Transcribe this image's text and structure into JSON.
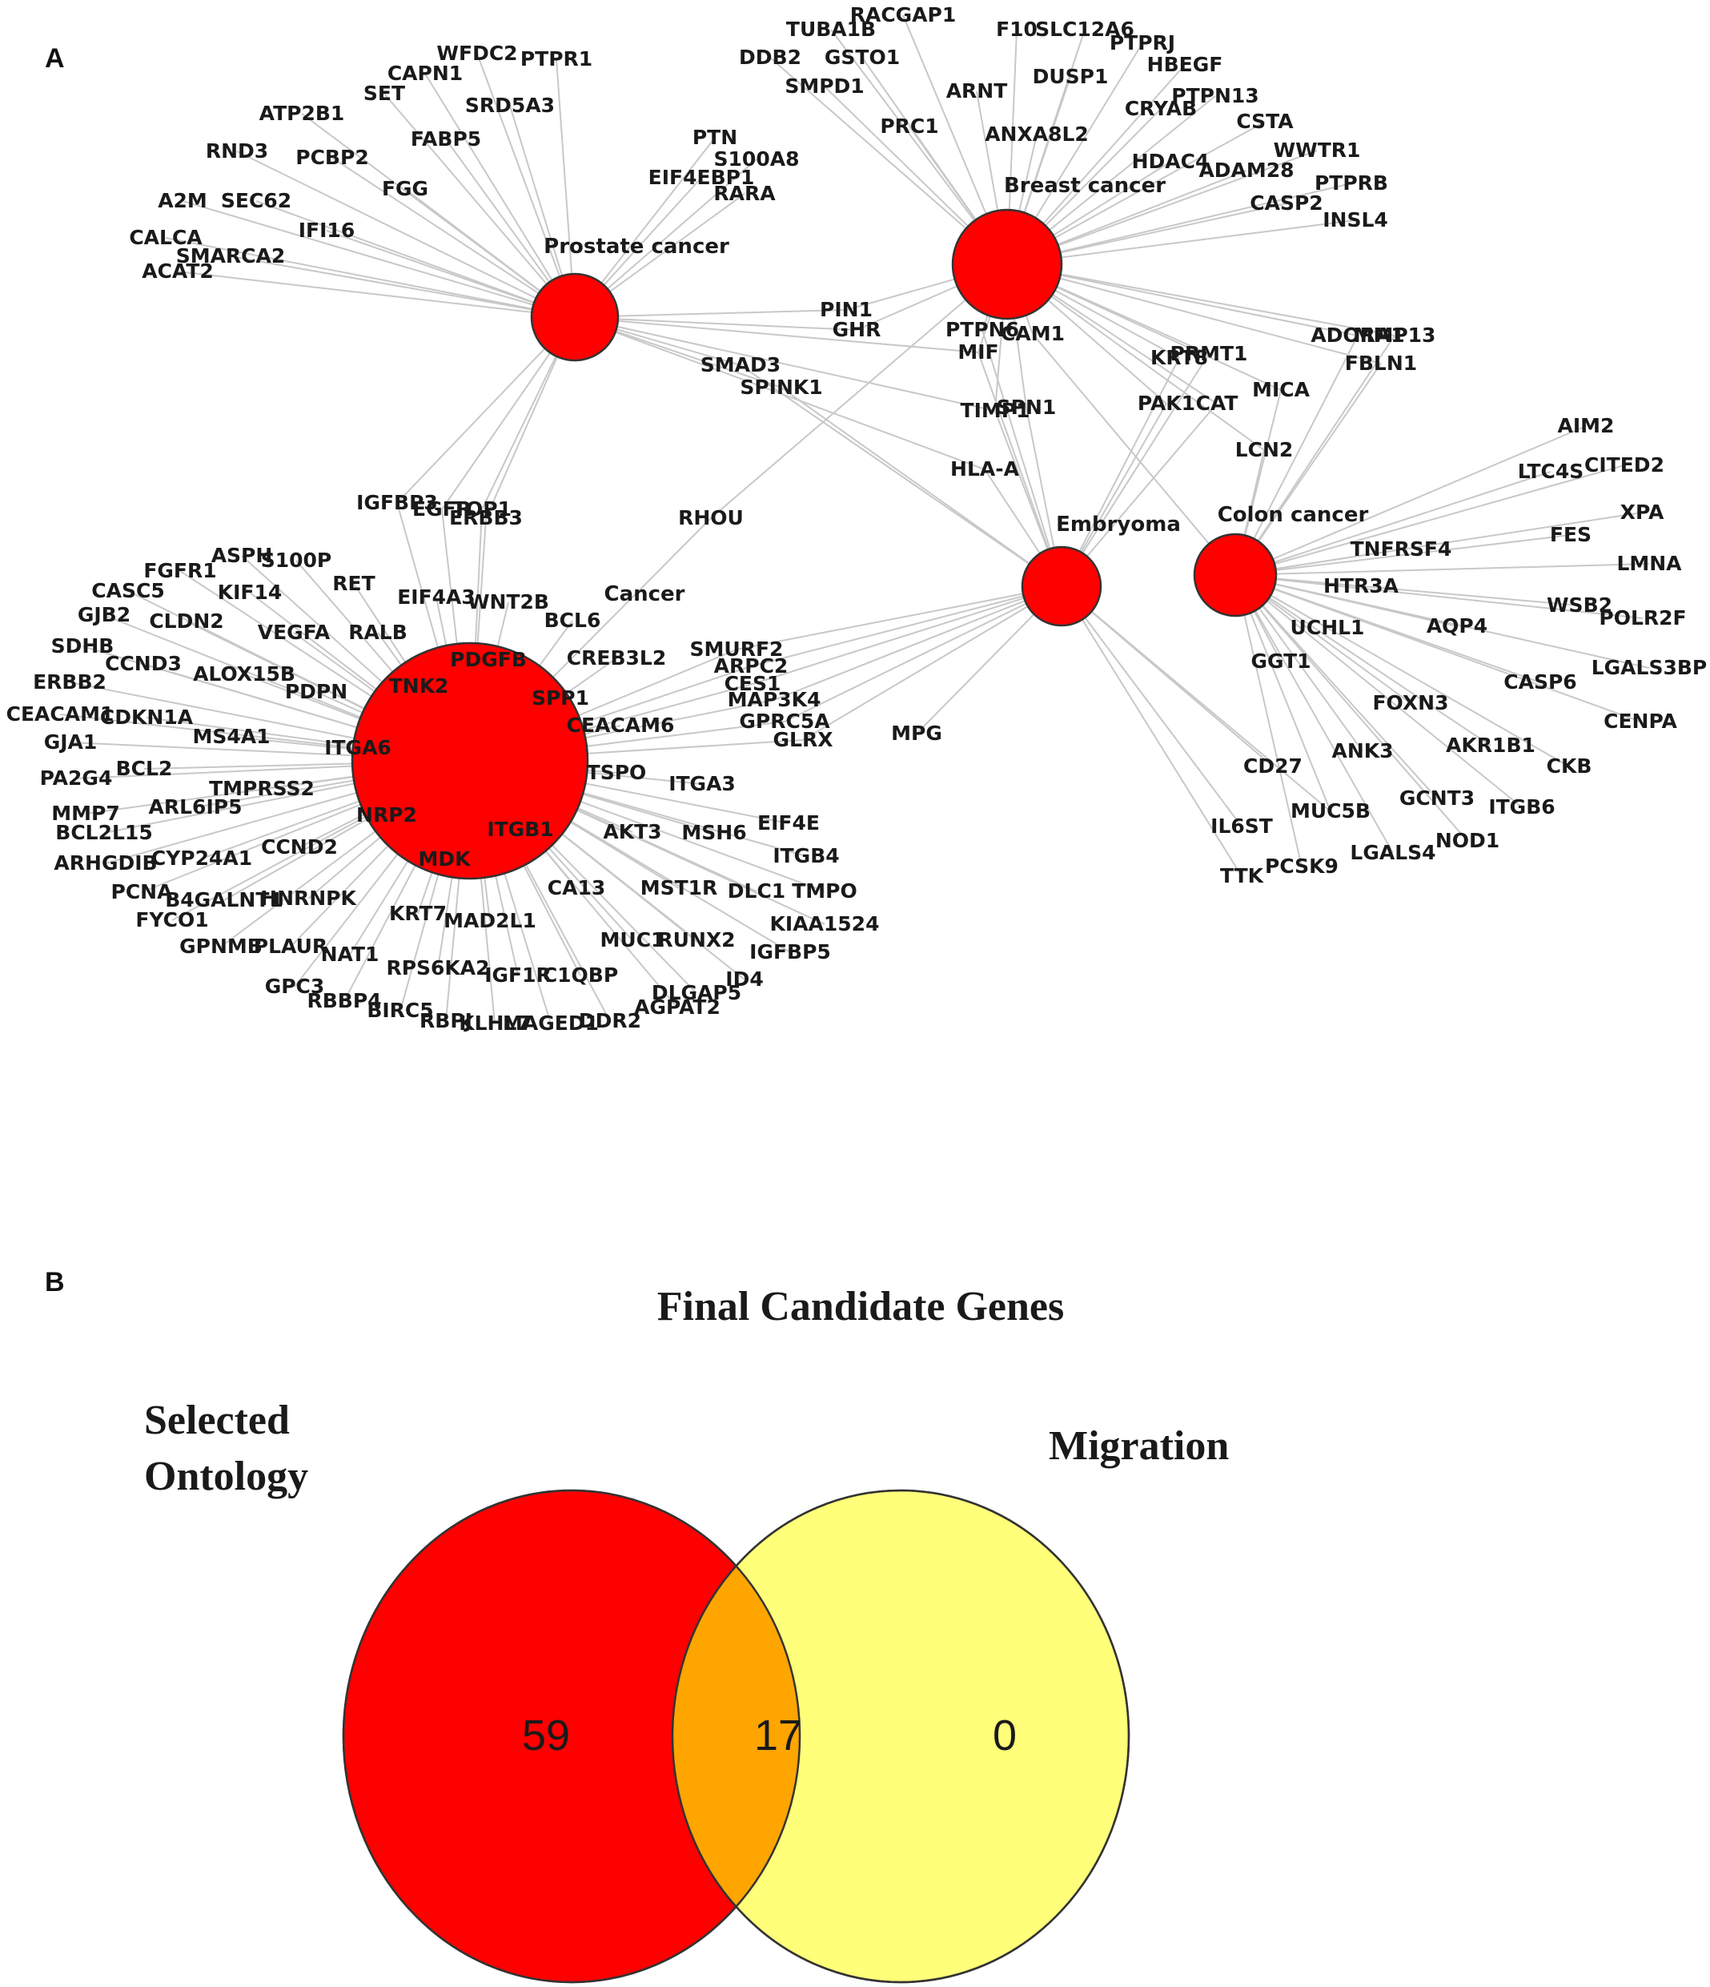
{
  "panel_a": {
    "letter": "A",
    "node_color": "#ff0000",
    "hubs": [
      {
        "id": "prostate",
        "label": "Prostate cancer"
      },
      {
        "id": "breast",
        "label": "Breast cancer"
      },
      {
        "id": "embryoma",
        "label": "Embryoma"
      },
      {
        "id": "colon",
        "label": "Colon cancer"
      },
      {
        "id": "cancer",
        "label": "Cancer"
      }
    ],
    "genes": [
      {
        "l": "WFDC2",
        "h": [
          "prostate"
        ]
      },
      {
        "l": "PTPR1",
        "h": [
          "prostate"
        ]
      },
      {
        "l": "CAPN1",
        "h": [
          "prostate"
        ]
      },
      {
        "l": "SET",
        "h": [
          "prostate"
        ]
      },
      {
        "l": "SRD5A3",
        "h": [
          "prostate"
        ]
      },
      {
        "l": "ATP2B1",
        "h": [
          "prostate"
        ]
      },
      {
        "l": "FABP5",
        "h": [
          "prostate"
        ]
      },
      {
        "l": "RND3",
        "h": [
          "prostate"
        ]
      },
      {
        "l": "PCBP2",
        "h": [
          "prostate"
        ]
      },
      {
        "l": "FGG",
        "h": [
          "prostate"
        ]
      },
      {
        "l": "A2M",
        "h": [
          "prostate"
        ]
      },
      {
        "l": "SEC62",
        "h": [
          "prostate"
        ]
      },
      {
        "l": "IFI16",
        "h": [
          "prostate"
        ]
      },
      {
        "l": "CALCA",
        "h": [
          "prostate"
        ]
      },
      {
        "l": "SMARCA2",
        "h": [
          "prostate"
        ]
      },
      {
        "l": "ACAT2",
        "h": [
          "prostate"
        ]
      },
      {
        "l": "PTN",
        "h": [
          "prostate"
        ]
      },
      {
        "l": "S100A8",
        "h": [
          "prostate"
        ]
      },
      {
        "l": "EIF4EBP1",
        "h": [
          "prostate"
        ]
      },
      {
        "l": "RARA",
        "h": [
          "prostate"
        ]
      },
      {
        "l": "TUBA1B",
        "h": [
          "breast"
        ]
      },
      {
        "l": "RACGAP1",
        "h": [
          "breast"
        ]
      },
      {
        "l": "F10",
        "h": [
          "breast"
        ]
      },
      {
        "l": "SLC12A6",
        "h": [
          "breast"
        ]
      },
      {
        "l": "PTPRJ",
        "h": [
          "breast"
        ]
      },
      {
        "l": "DDB2",
        "h": [
          "breast"
        ]
      },
      {
        "l": "GSTO1",
        "h": [
          "breast"
        ]
      },
      {
        "l": "HBEGF",
        "h": [
          "breast"
        ]
      },
      {
        "l": "DUSP1",
        "h": [
          "breast"
        ]
      },
      {
        "l": "SMPD1",
        "h": [
          "breast"
        ]
      },
      {
        "l": "ARNT",
        "h": [
          "breast"
        ]
      },
      {
        "l": "PTPN13",
        "h": [
          "breast"
        ]
      },
      {
        "l": "CRYAB",
        "h": [
          "breast"
        ]
      },
      {
        "l": "CSTA",
        "h": [
          "breast"
        ]
      },
      {
        "l": "PRC1",
        "h": [
          "breast"
        ]
      },
      {
        "l": "ANXA8L2",
        "h": [
          "breast"
        ]
      },
      {
        "l": "WWTR1",
        "h": [
          "breast"
        ]
      },
      {
        "l": "HDAC4",
        "h": [
          "breast"
        ]
      },
      {
        "l": "ADAM28",
        "h": [
          "breast"
        ]
      },
      {
        "l": "PTPRB",
        "h": [
          "breast"
        ]
      },
      {
        "l": "CASP2",
        "h": [
          "breast"
        ]
      },
      {
        "l": "INSL4",
        "h": [
          "breast"
        ]
      },
      {
        "l": "PIN1",
        "h": [
          "prostate",
          "breast"
        ]
      },
      {
        "l": "GHR",
        "h": [
          "prostate",
          "breast"
        ]
      },
      {
        "l": "PTPN6",
        "h": [
          "breast",
          "embryoma"
        ]
      },
      {
        "l": "CAM1",
        "h": [
          "breast",
          "colon"
        ]
      },
      {
        "l": "MIF",
        "h": [
          "prostate",
          "breast",
          "embryoma"
        ]
      },
      {
        "l": "ADORA1",
        "h": [
          "breast",
          "colon"
        ]
      },
      {
        "l": "MMP13",
        "h": [
          "breast",
          "colon"
        ]
      },
      {
        "l": "FBLN1",
        "h": [
          "breast",
          "colon"
        ]
      },
      {
        "l": "KRT8",
        "h": [
          "breast",
          "embryoma"
        ]
      },
      {
        "l": "PRMT1",
        "h": [
          "breast",
          "embryoma"
        ]
      },
      {
        "l": "MICA",
        "h": [
          "breast",
          "colon"
        ]
      },
      {
        "l": "PAK1",
        "h": [
          "breast",
          "embryoma"
        ]
      },
      {
        "l": "CAT",
        "h": [
          "breast",
          "embryoma"
        ]
      },
      {
        "l": "SMAD3",
        "h": [
          "prostate",
          "embryoma"
        ]
      },
      {
        "l": "SPINK1",
        "h": [
          "prostate",
          "embryoma"
        ]
      },
      {
        "l": "TIMP1",
        "h": [
          "prostate",
          "breast",
          "embryoma"
        ]
      },
      {
        "l": "SPN1",
        "h": [
          "breast",
          "embryoma"
        ]
      },
      {
        "l": "LCN2",
        "h": [
          "breast",
          "colon"
        ]
      },
      {
        "l": "HLA-A",
        "h": [
          "prostate",
          "embryoma"
        ]
      },
      {
        "l": "RHOU",
        "h": [
          "breast",
          "cancer"
        ]
      },
      {
        "l": "IGFBP3",
        "h": [
          "prostate",
          "cancer"
        ]
      },
      {
        "l": "EGFR",
        "h": [
          "prostate",
          "cancer"
        ]
      },
      {
        "l": "TOP1",
        "h": [
          "prostate",
          "cancer"
        ]
      },
      {
        "l": "ERBB3",
        "h": [
          "prostate",
          "cancer"
        ]
      },
      {
        "l": "AIM2",
        "h": [
          "colon"
        ]
      },
      {
        "l": "LTC4S",
        "h": [
          "colon"
        ]
      },
      {
        "l": "CITED2",
        "h": [
          "colon"
        ]
      },
      {
        "l": "XPA",
        "h": [
          "colon"
        ]
      },
      {
        "l": "TNFRSF4",
        "h": [
          "colon"
        ]
      },
      {
        "l": "FES",
        "h": [
          "colon"
        ]
      },
      {
        "l": "LMNA",
        "h": [
          "colon"
        ]
      },
      {
        "l": "HTR3A",
        "h": [
          "colon"
        ]
      },
      {
        "l": "WSB2",
        "h": [
          "colon"
        ]
      },
      {
        "l": "POLR2F",
        "h": [
          "colon"
        ]
      },
      {
        "l": "AQP4",
        "h": [
          "colon"
        ]
      },
      {
        "l": "UCHL1",
        "h": [
          "colon"
        ]
      },
      {
        "l": "LGALS3BP",
        "h": [
          "colon"
        ]
      },
      {
        "l": "CASP6",
        "h": [
          "colon"
        ]
      },
      {
        "l": "GGT1",
        "h": [
          "colon"
        ]
      },
      {
        "l": "FOXN3",
        "h": [
          "colon"
        ]
      },
      {
        "l": "CENPA",
        "h": [
          "colon"
        ]
      },
      {
        "l": "AKR1B1",
        "h": [
          "colon"
        ]
      },
      {
        "l": "CKB",
        "h": [
          "colon"
        ]
      },
      {
        "l": "ANK3",
        "h": [
          "colon"
        ]
      },
      {
        "l": "GCNT3",
        "h": [
          "colon"
        ]
      },
      {
        "l": "ITGB6",
        "h": [
          "colon"
        ]
      },
      {
        "l": "NOD1",
        "h": [
          "colon"
        ]
      },
      {
        "l": "LGALS4",
        "h": [
          "colon"
        ]
      },
      {
        "l": "MUC5B",
        "h": [
          "colon",
          "embryoma"
        ]
      },
      {
        "l": "CD27",
        "h": [
          "embryoma"
        ]
      },
      {
        "l": "IL6ST",
        "h": [
          "embryoma"
        ]
      },
      {
        "l": "PCSK9",
        "h": [
          "colon"
        ]
      },
      {
        "l": "TTK",
        "h": [
          "embryoma"
        ]
      },
      {
        "l": "MPG",
        "h": [
          "embryoma"
        ]
      },
      {
        "l": "SMURF2",
        "h": [
          "cancer",
          "embryoma"
        ]
      },
      {
        "l": "ARPC2",
        "h": [
          "cancer",
          "embryoma"
        ]
      },
      {
        "l": "CES1",
        "h": [
          "cancer",
          "embryoma"
        ]
      },
      {
        "l": "MAP3K4",
        "h": [
          "cancer",
          "embryoma"
        ]
      },
      {
        "l": "GPRC5A",
        "h": [
          "cancer",
          "embryoma"
        ]
      },
      {
        "l": "GLRX",
        "h": [
          "cancer",
          "embryoma"
        ]
      },
      {
        "l": "ASPH",
        "h": [
          "cancer"
        ]
      },
      {
        "l": "S100P",
        "h": [
          "cancer"
        ]
      },
      {
        "l": "FGFR1",
        "h": [
          "cancer"
        ]
      },
      {
        "l": "RET",
        "h": [
          "cancer"
        ]
      },
      {
        "l": "KIF14",
        "h": [
          "cancer"
        ]
      },
      {
        "l": "CASC5",
        "h": [
          "cancer"
        ]
      },
      {
        "l": "EIF4A3",
        "h": [
          "cancer"
        ]
      },
      {
        "l": "WNT2B",
        "h": [
          "cancer"
        ]
      },
      {
        "l": "GJB2",
        "h": [
          "cancer"
        ]
      },
      {
        "l": "CLDN2",
        "h": [
          "cancer"
        ]
      },
      {
        "l": "BCL6",
        "h": [
          "cancer"
        ]
      },
      {
        "l": "VEGFA",
        "h": [
          "cancer"
        ]
      },
      {
        "l": "RALB",
        "h": [
          "cancer"
        ]
      },
      {
        "l": "SDHB",
        "h": [
          "cancer"
        ]
      },
      {
        "l": "CCND3",
        "h": [
          "cancer"
        ]
      },
      {
        "l": "PDGFB",
        "h": [
          "cancer"
        ]
      },
      {
        "l": "CREB3L2",
        "h": [
          "cancer"
        ]
      },
      {
        "l": "ERBB2",
        "h": [
          "cancer"
        ]
      },
      {
        "l": "ALOX15B",
        "h": [
          "cancer"
        ]
      },
      {
        "l": "TNK2",
        "h": [
          "cancer"
        ]
      },
      {
        "l": "CEACAM1",
        "h": [
          "cancer"
        ]
      },
      {
        "l": "PDPN",
        "h": [
          "cancer"
        ]
      },
      {
        "l": "SPP1",
        "h": [
          "cancer"
        ]
      },
      {
        "l": "CDKN1A",
        "h": [
          "cancer"
        ]
      },
      {
        "l": "CEACAM6",
        "h": [
          "cancer"
        ]
      },
      {
        "l": "GJA1",
        "h": [
          "cancer"
        ]
      },
      {
        "l": "MS4A1",
        "h": [
          "cancer"
        ]
      },
      {
        "l": "ITGA6",
        "h": [
          "cancer"
        ]
      },
      {
        "l": "PA2G4",
        "h": [
          "cancer"
        ]
      },
      {
        "l": "BCL2",
        "h": [
          "cancer"
        ]
      },
      {
        "l": "TSPO",
        "h": [
          "cancer"
        ]
      },
      {
        "l": "TMPRSS2",
        "h": [
          "cancer"
        ]
      },
      {
        "l": "ITGA3",
        "h": [
          "cancer"
        ]
      },
      {
        "l": "MMP7",
        "h": [
          "cancer"
        ]
      },
      {
        "l": "ARL6IP5",
        "h": [
          "cancer"
        ]
      },
      {
        "l": "NRP2",
        "h": [
          "cancer"
        ]
      },
      {
        "l": "BCL2L15",
        "h": [
          "cancer"
        ]
      },
      {
        "l": "ITGB1",
        "h": [
          "cancer"
        ]
      },
      {
        "l": "AKT3",
        "h": [
          "cancer"
        ]
      },
      {
        "l": "MSH6",
        "h": [
          "cancer"
        ]
      },
      {
        "l": "EIF4E",
        "h": [
          "cancer"
        ]
      },
      {
        "l": "CCND2",
        "h": [
          "cancer"
        ]
      },
      {
        "l": "ARHGDIB",
        "h": [
          "cancer"
        ]
      },
      {
        "l": "CYP24A1",
        "h": [
          "cancer"
        ]
      },
      {
        "l": "MDK",
        "h": [
          "cancer"
        ]
      },
      {
        "l": "ITGB4",
        "h": [
          "cancer"
        ]
      },
      {
        "l": "PCNA",
        "h": [
          "cancer"
        ]
      },
      {
        "l": "B4GALNT1",
        "h": [
          "cancer"
        ]
      },
      {
        "l": "HNRNPK",
        "h": [
          "cancer"
        ]
      },
      {
        "l": "KRT7",
        "h": [
          "cancer"
        ]
      },
      {
        "l": "CA13",
        "h": [
          "cancer"
        ]
      },
      {
        "l": "MST1R",
        "h": [
          "cancer"
        ]
      },
      {
        "l": "DLC1",
        "h": [
          "cancer"
        ]
      },
      {
        "l": "TMPO",
        "h": [
          "cancer"
        ]
      },
      {
        "l": "FYCO1",
        "h": [
          "cancer"
        ]
      },
      {
        "l": "MAD2L1",
        "h": [
          "cancer"
        ]
      },
      {
        "l": "KIAA1524",
        "h": [
          "cancer"
        ]
      },
      {
        "l": "GPNMB",
        "h": [
          "cancer"
        ]
      },
      {
        "l": "PLAUR",
        "h": [
          "cancer"
        ]
      },
      {
        "l": "NAT1",
        "h": [
          "cancer"
        ]
      },
      {
        "l": "MUC1",
        "h": [
          "cancer"
        ]
      },
      {
        "l": "RUNX2",
        "h": [
          "cancer"
        ]
      },
      {
        "l": "IGFBP5",
        "h": [
          "cancer"
        ]
      },
      {
        "l": "RPS6KA2",
        "h": [
          "cancer"
        ]
      },
      {
        "l": "IGF1R",
        "h": [
          "cancer"
        ]
      },
      {
        "l": "C1QBP",
        "h": [
          "cancer"
        ]
      },
      {
        "l": "ID4",
        "h": [
          "cancer"
        ]
      },
      {
        "l": "GPC3",
        "h": [
          "cancer"
        ]
      },
      {
        "l": "DLGAP5",
        "h": [
          "cancer"
        ]
      },
      {
        "l": "RBBP4",
        "h": [
          "cancer"
        ]
      },
      {
        "l": "AGPAT2",
        "h": [
          "cancer"
        ]
      },
      {
        "l": "BIRC5",
        "h": [
          "cancer"
        ]
      },
      {
        "l": "RBPJ",
        "h": [
          "cancer"
        ]
      },
      {
        "l": "KLHL7",
        "h": [
          "cancer"
        ]
      },
      {
        "l": "MAGED1",
        "h": [
          "cancer"
        ]
      },
      {
        "l": "DDR2",
        "h": [
          "cancer"
        ]
      }
    ]
  },
  "panel_b": {
    "letter": "B",
    "title": "Final Candidate Genes",
    "set_left_line1": "Selected",
    "set_left_line2": "Ontology",
    "set_right": "Migration",
    "count_left": "59",
    "count_overlap": "17",
    "count_right": "0",
    "color_left": "#ff0000",
    "color_right": "#ffff7a",
    "color_overlap": "#ffa500"
  }
}
